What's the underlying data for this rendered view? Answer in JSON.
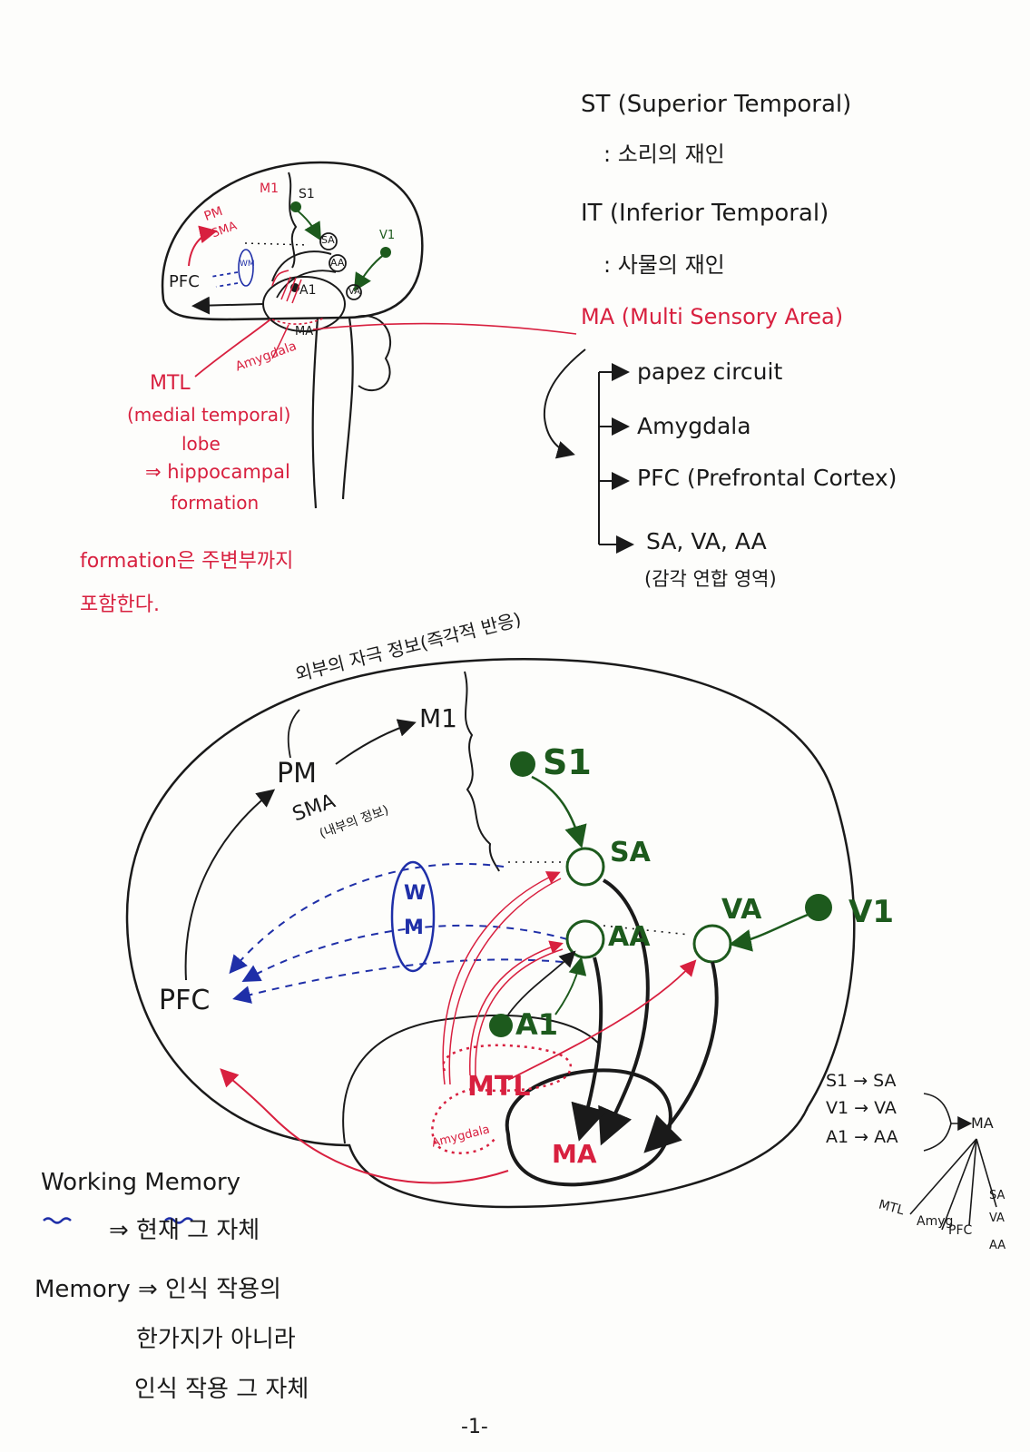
{
  "colors": {
    "ink": "#1a1a1a",
    "red": "#d8203f",
    "green": "#1d5a1d",
    "blue": "#1f2fa8"
  },
  "right_notes": {
    "st_title": "ST (Superior Temporal)",
    "st_desc": ": 소리의 재인",
    "it_title": "IT (Inferior Temporal)",
    "it_desc": ": 사물의 재인",
    "ma_title": "MA (Multi Sensory Area)",
    "targets": [
      "papez circuit",
      "Amygdala",
      "PFC (Prefrontal Cortex)",
      "SA, VA, AA"
    ],
    "targets_note": "(감각 연합 영역)"
  },
  "left_notes": {
    "mtl": "MTL",
    "mtl_full": "(medial temporal)",
    "lobe": "lobe",
    "hippo": "⇒ hippocampal",
    "formation": "formation",
    "note1": "formation은 주변부까지",
    "note2": "포함한다."
  },
  "small_brain": {
    "pm": "PM",
    "sma": "SMA",
    "m1": "M1",
    "s1": "S1",
    "sa": "SA",
    "aa": "AA",
    "va": "VA",
    "v1": "V1",
    "a1": "A1",
    "ma": "MA",
    "pfc": "PFC",
    "wm": "WM",
    "amygdala": "Amygdala"
  },
  "big_brain": {
    "top_note": "외부의 자극 정보(즉각적 반응)",
    "pm": "PM",
    "sma": "SMA",
    "sma_note": "(내부의 정보)",
    "m1": "M1",
    "s1": "S1",
    "sa": "SA",
    "aa": "AA",
    "va": "VA",
    "v1": "V1",
    "a1": "A1",
    "w": "W",
    "m": "M",
    "pfc": "PFC",
    "mtl": "MTL",
    "ma": "MA",
    "amygdala": "Amygdala"
  },
  "summary": {
    "line1": "S1 → SA",
    "line2": "V1 → VA",
    "line3": "A1 → AA",
    "ma": "MA",
    "branches": [
      "MTL",
      "Amyg",
      "PFC",
      "SA",
      "VA",
      "AA"
    ]
  },
  "bottom_notes": {
    "wm_title": "Working Memory",
    "wm_desc": "⇒ 현재 그 자체",
    "mem_line1": "Memory ⇒ 인식 작용의",
    "mem_line2": "한가지가 아니라",
    "mem_line3": "인식 작용 그 자체"
  },
  "page_number": "-1-"
}
